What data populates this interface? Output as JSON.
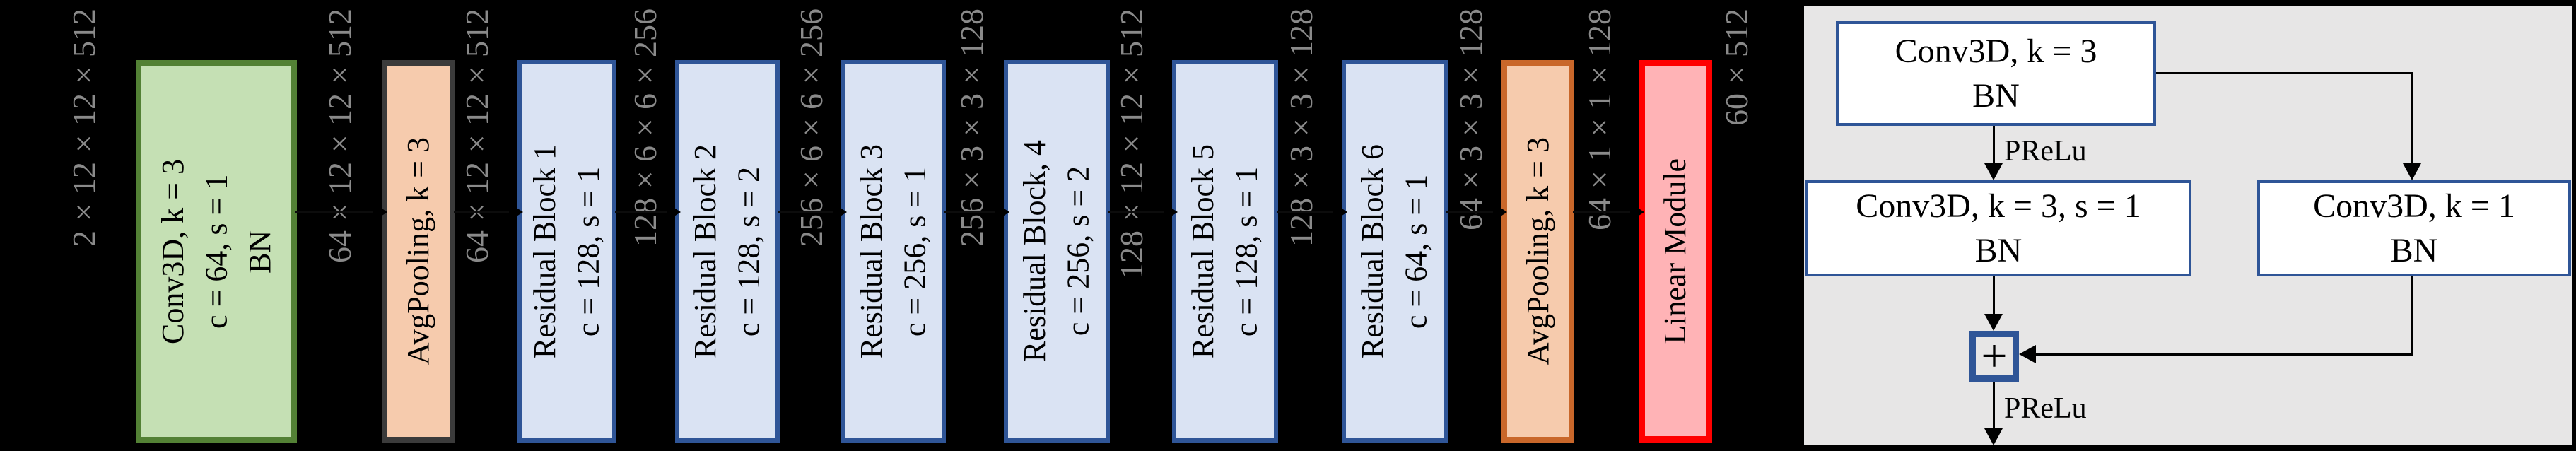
{
  "pipeline": {
    "dim_labels": [
      "2×12×12×512",
      "64×12×12×512",
      "64×12×12×512",
      "128×6×6×256",
      "256×6×6×256",
      "256×3×3×128",
      "128×12×12×512",
      "128×3×3×128",
      "64×3×3×128",
      "64×1×1×128",
      "60×512"
    ],
    "blocks": [
      {
        "id": "conv3d-input",
        "lines": [
          "Conv3D, k = 3",
          "c = 64, s = 1",
          "BN"
        ]
      },
      {
        "id": "avgpooling-1",
        "lines": [
          "AvgPooling, k = 3"
        ]
      },
      {
        "id": "residual-block-1",
        "lines": [
          "Residual Block 1",
          "c = 128, s = 1"
        ]
      },
      {
        "id": "residual-block-2",
        "lines": [
          "Residual Block 2",
          "c = 128, s = 2"
        ]
      },
      {
        "id": "residual-block-3",
        "lines": [
          "Residual Block 3",
          "c = 256, s = 1"
        ]
      },
      {
        "id": "residual-block-4",
        "lines": [
          "Residual Block, 4",
          "c = 256, s = 2"
        ]
      },
      {
        "id": "residual-block-5",
        "lines": [
          "Residual Block 5",
          "c = 128, s = 1"
        ]
      },
      {
        "id": "residual-block-6",
        "lines": [
          "Residual Block 6",
          "c = 64, s = 1"
        ]
      },
      {
        "id": "avgpooling-2",
        "lines": [
          "AvgPooling, k = 3"
        ]
      },
      {
        "id": "linear-module",
        "lines": [
          "Linear Module"
        ]
      }
    ]
  },
  "residual_detail": {
    "top_box": {
      "line1": "Conv3D, k = 3",
      "line2": "BN"
    },
    "left_box": {
      "line1": "Conv3D, k = 3, s = 1",
      "line2": "BN"
    },
    "right_box": {
      "line1": "Conv3D, k = 1",
      "line2": "BN"
    },
    "sum_label": "+",
    "prelu_top": "PReLu",
    "prelu_bottom": "PReLu"
  },
  "colors": {
    "background": "#000000",
    "dim_label_text": "#8A8A8A",
    "conv_fill": "#C5E0B4",
    "conv_border": "#538135",
    "pool_fill": "#F6CBAD",
    "pool1_border": "#3B3B3B",
    "pool2_border": "#C9672A",
    "residual_fill": "#DAE3F3",
    "residual_border": "#2F5597",
    "linear_fill": "#FFB3B6",
    "linear_border": "#FF0000",
    "detail_panel_bg": "#E7E6E6",
    "detail_box_fill": "#FFFFFF",
    "detail_box_border": "#2F5597",
    "line_color": "#000000"
  }
}
